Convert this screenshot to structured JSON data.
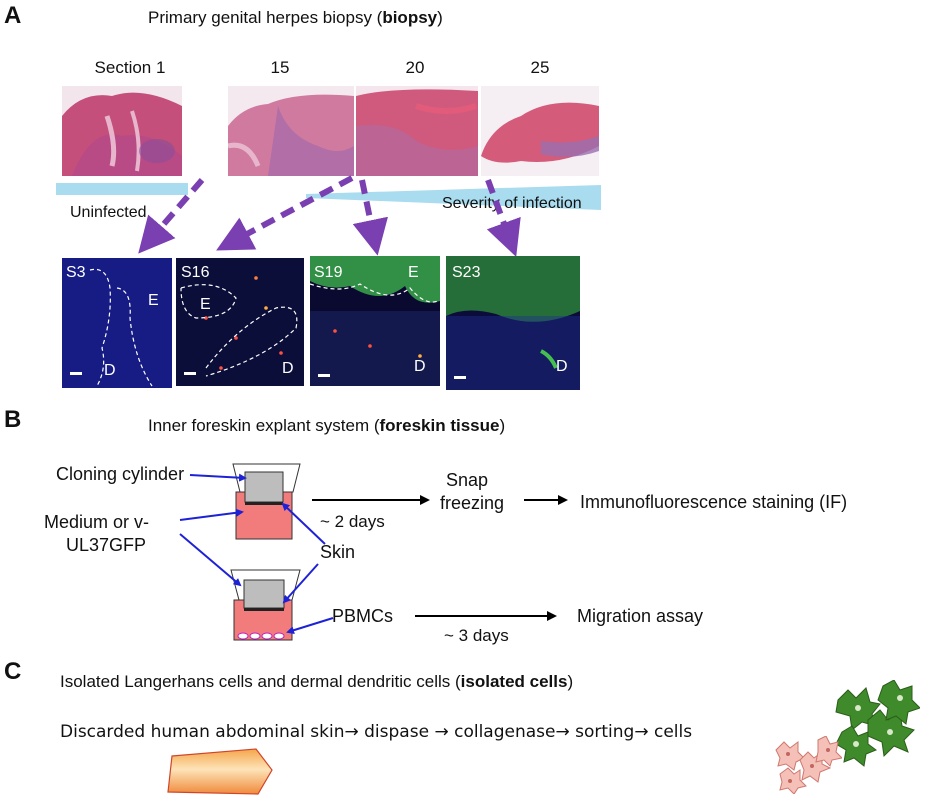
{
  "panel_a": {
    "letter": "A",
    "title_prefix": "Primary genital herpes biopsy (",
    "title_bold": "biopsy",
    "title_suffix": ")",
    "sections": [
      "Section 1",
      "15",
      "20",
      "25"
    ],
    "uninfected_label": "Uninfected",
    "severity_label": "Severity of infection",
    "fluor_panels": [
      {
        "id": "S3",
        "region_labels": [
          "E",
          "D"
        ]
      },
      {
        "id": "S16",
        "region_labels": [
          "E",
          "D"
        ]
      },
      {
        "id": "S19",
        "region_labels": [
          "E",
          "D"
        ]
      },
      {
        "id": "S23",
        "region_labels": [
          "D"
        ]
      }
    ]
  },
  "panel_b": {
    "letter": "B",
    "title_prefix": "Inner foreskin explant system (",
    "title_bold": "foreskin tissue",
    "title_suffix": ")",
    "cloning_cylinder": "Cloning cylinder",
    "medium_line1": "Medium or v-",
    "medium_line2": "UL37GFP",
    "skin": "Skin",
    "duration_1": "~ 2 days",
    "snap_line1": "Snap",
    "snap_line2": "freezing",
    "if_label": "Immunofluorescence staining (IF)",
    "pbmcs": "PBMCs",
    "duration_2": "~ 3 days",
    "migration": "Migration assay"
  },
  "panel_c": {
    "letter": "C",
    "title_prefix": "Isolated Langerhans cells and dermal dendritic cells (",
    "title_bold": "isolated cells",
    "title_suffix": ")",
    "workflow": [
      "Discarded human abdominal skin",
      "dispase",
      "collagenase",
      "sorting",
      "cells"
    ],
    "arrow_glyph": "→"
  },
  "colors": {
    "purple_arrow": "#7a3fb0",
    "blue_arrow": "#1e22d6",
    "medium_fill": "#f27b7b",
    "cylinder_fill": "#bdbdbd",
    "severity_bar": "#a9dcef",
    "he_tissue": "#c9567f",
    "fluor_bg": "#0b0b3c",
    "green_cells": "#3f8a2a",
    "pink_cells": "#e8a29a",
    "skin_piece": "#f3a35c"
  }
}
